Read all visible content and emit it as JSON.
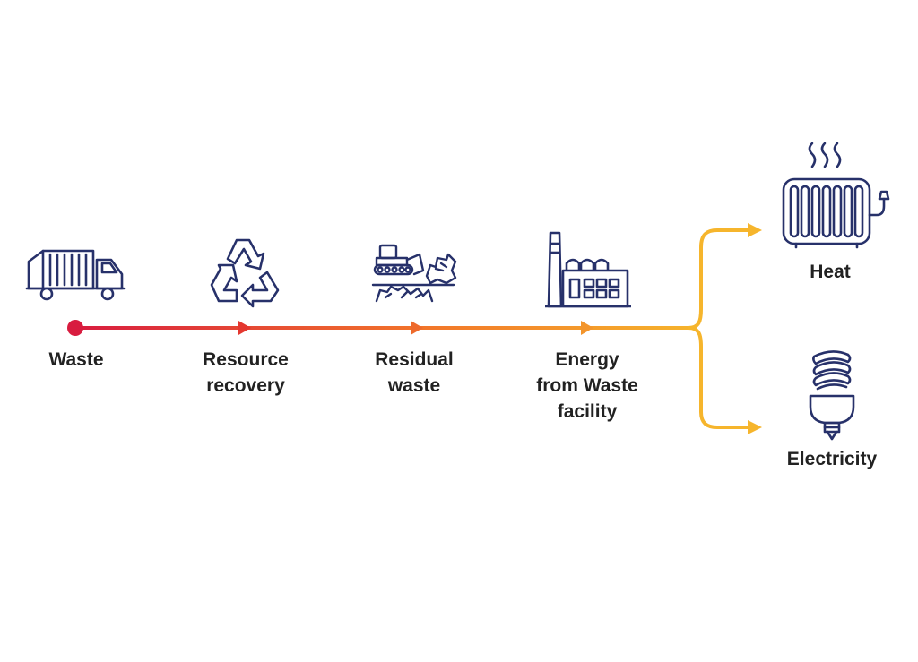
{
  "colors": {
    "icon": "#27316a",
    "flow_start": "#d81c3f",
    "flow_end": "#f6b52c",
    "text": "#222222"
  },
  "steps": [
    {
      "lines": [
        "Waste"
      ],
      "icon": "garbage-truck-icon"
    },
    {
      "lines": [
        "Resource",
        "recovery"
      ],
      "icon": "recycle-icon"
    },
    {
      "lines": [
        "Residual",
        "waste"
      ],
      "icon": "bulldozer-icon"
    },
    {
      "lines": [
        "Energy",
        "from Waste",
        "facility"
      ],
      "icon": "factory-icon"
    }
  ],
  "outputs": [
    {
      "lines": [
        "Heat"
      ],
      "icon": "radiator-icon"
    },
    {
      "lines": [
        "Electricity"
      ],
      "icon": "light-bulb-icon"
    }
  ]
}
